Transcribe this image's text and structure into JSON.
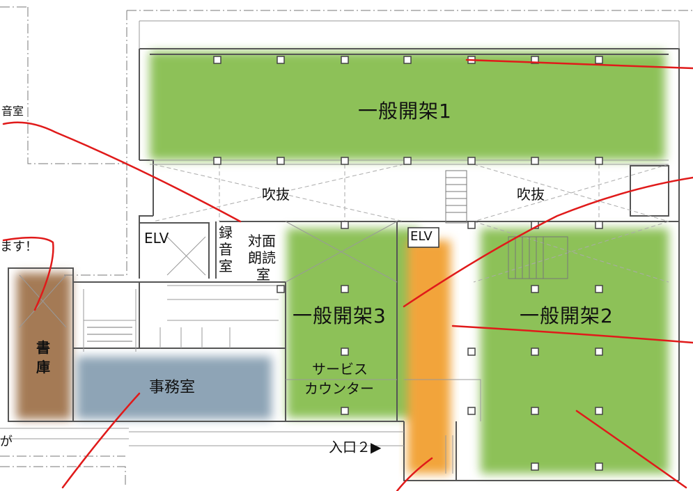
{
  "labels": {
    "stacks1": "一般開架1",
    "stacks2": "一般開架2",
    "stacks3": "一般開架3",
    "atrium": "吹抜",
    "elv": "ELV",
    "recording_room_partial": "音室",
    "recording_room_vertical": "録音室",
    "reading_room_line1": "対面",
    "reading_room_line2": "朗読",
    "reading_room_line3": "室",
    "storage": "書庫",
    "office": "事務室",
    "service_line1": "サービス",
    "service_line2": "カウンター",
    "entrance2": "入口２▶",
    "note_masu": "ます！",
    "note_ga": "が"
  },
  "colors": {
    "stacks_green": "#8dc158",
    "corridor_orange": "#f2a43a",
    "storage_brown": "#a47a55",
    "office_blue": "#8ea4b6",
    "annotation_red": "#e01a1a",
    "wall": "#555555"
  }
}
